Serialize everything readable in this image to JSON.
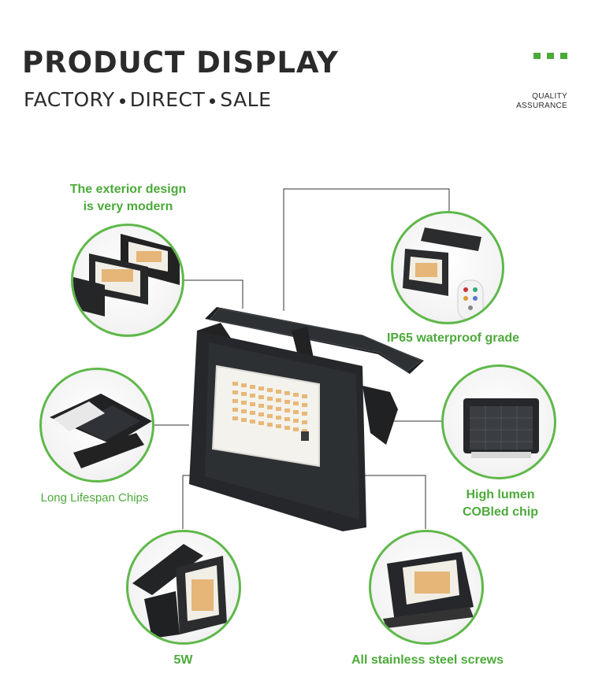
{
  "header": {
    "title": "PRODUCT DISPLAY",
    "subtitle_parts": [
      "FACTORY",
      "DIRECT",
      "SALE"
    ],
    "quality_line1": "QUALITY",
    "quality_line2": "ASSURANCE"
  },
  "features": {
    "exterior_line1": "The exterior design",
    "exterior_line2": "is very modern",
    "waterproof": "IP65 waterproof grade",
    "lifespan": "Long Lifespan Chips",
    "lumen_line1": "High lumen",
    "lumen_line2": "COBled chip",
    "wattage": "5W",
    "screws": "All stainless steel screws"
  },
  "colors": {
    "accent": "#4caa3a",
    "circle_border": "#5fb84a",
    "text_dark": "#2b2b2b",
    "product_body": "#2a2c2e"
  }
}
